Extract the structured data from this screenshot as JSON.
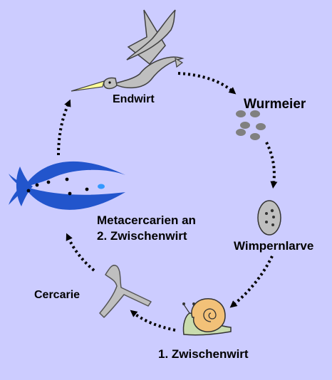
{
  "colors": {
    "background": "#ccccff",
    "arrow": "#000000",
    "bird": "#bfbfbf",
    "beak": "#ffff99",
    "fish": "#2255cc",
    "fish_eye": "#3399ff",
    "egg": "#808080",
    "snail_shell": "#f2c178",
    "snail_body": "#c9dcae",
    "cercaria": "#bfbfbf"
  },
  "labels": {
    "host_final": "Endwirt",
    "eggs": "Wurmeier",
    "larva": "Wimpernlarve",
    "intermediate_1": "1. Zwischenwirt",
    "cercaria": "Cercarie",
    "metacercaria_line1": "Metacercarien an",
    "metacercaria_line2": "2. Zwischenwirt"
  },
  "icons": {
    "bird": "heron-icon",
    "eggs": "worm-eggs-icon",
    "larva": "miracidium-icon",
    "snail": "snail-icon",
    "cercaria": "cercaria-icon",
    "fish": "fish-icon"
  }
}
